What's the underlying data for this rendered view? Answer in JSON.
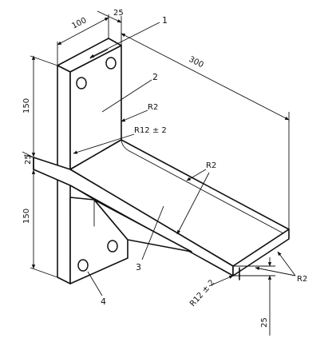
{
  "dimensions": {
    "width_top": "100",
    "thickness_top": "25",
    "length": "300",
    "upper_height": "150",
    "lower_height": "150",
    "plate_thickness_side": "25",
    "plate_thickness_bottom": "25"
  },
  "radii": {
    "r2_upper": "R2",
    "r12_upper": "R12 ± 2",
    "r2_middle": "R2",
    "r2_front": "R2",
    "r12_front": "R12 ± 2"
  },
  "part_labels": {
    "p1": "1",
    "p2": "2",
    "p3": "3",
    "p4": "4"
  },
  "colors": {
    "ink": "#111111",
    "paper": "#ffffff"
  }
}
